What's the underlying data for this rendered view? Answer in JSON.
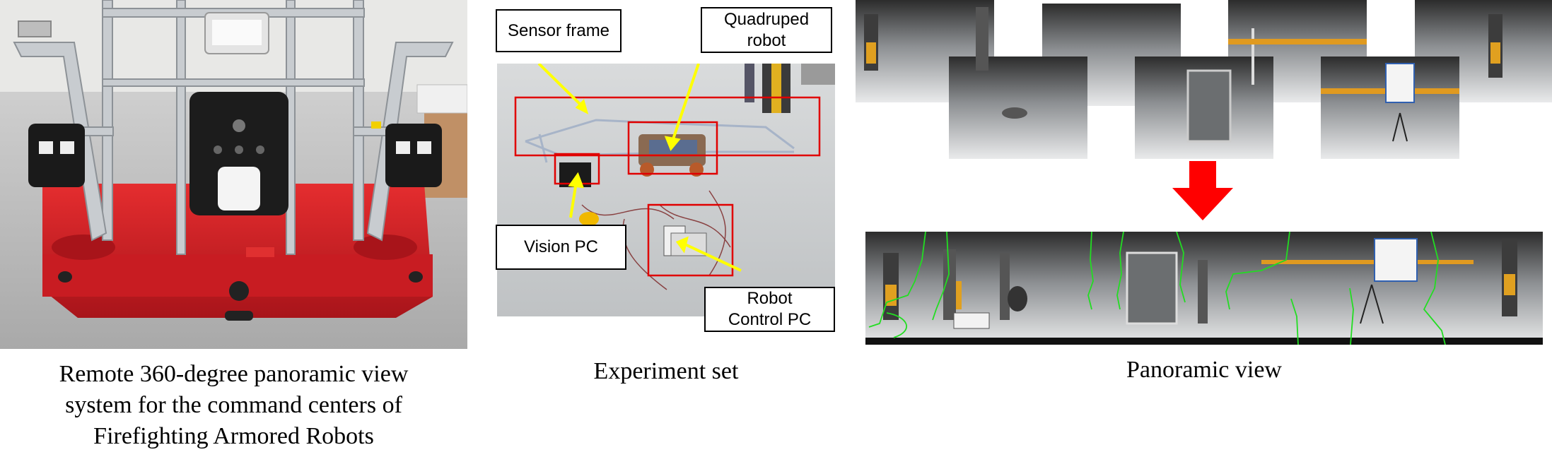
{
  "figure": {
    "captions": {
      "left": "Remote 360-degree panoramic view\nsystem for the command centers of\nFirefighting Armored Robots",
      "middle": "Experiment set",
      "right": "Panoramic view"
    },
    "callouts": {
      "sensor_frame": "Sensor frame",
      "quadruped_robot": "Quadruped\nrobot",
      "vision_pc": "Vision PC",
      "robot_control_pc": "Robot\nControl PC"
    },
    "colors": {
      "highlight_box": "#e00000",
      "callout_arrow": "#ffff00",
      "flow_arrow": "#ff0000",
      "stitch_seam": "#22dd22",
      "robot_body": "#d81f26",
      "aluminium_frame": "#c8ccd0"
    }
  }
}
